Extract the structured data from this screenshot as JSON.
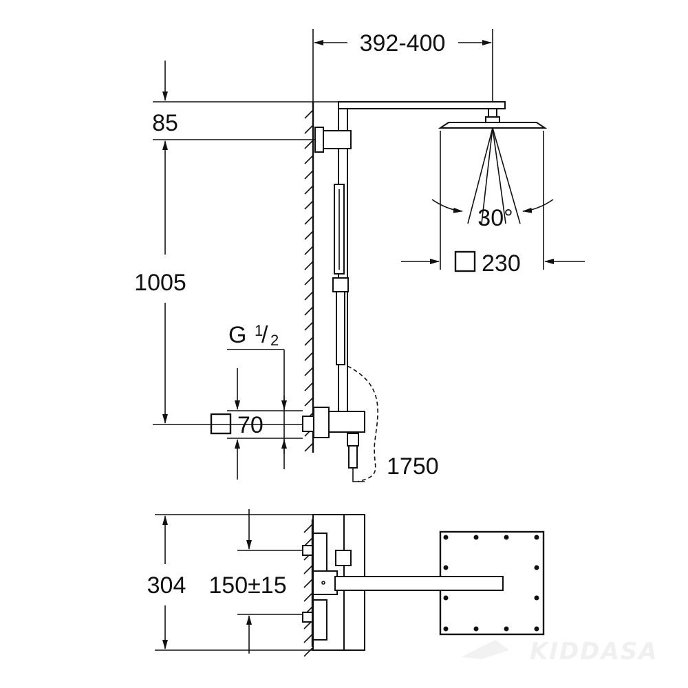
{
  "dimensions": {
    "arm_length": "392-400",
    "top_offset": "85",
    "height": "1005",
    "connection": "G",
    "connection_fraction_num": "1",
    "connection_fraction_den": "2",
    "mixer_size": "70",
    "hose_length": "1750",
    "spray_angle": "30°",
    "head_size": "230",
    "mixer_length": "304",
    "center_distance": "150±15"
  },
  "watermark": "KIDDASA",
  "colors": {
    "line": "#111111",
    "watermark": "#f0f0f0"
  }
}
